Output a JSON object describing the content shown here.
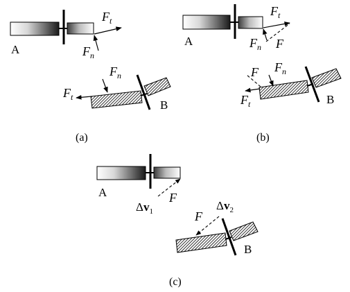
{
  "panel_a": {
    "caption": "(a)",
    "body_a": "A",
    "body_b": "B",
    "force_t_upper": {
      "base": "F",
      "sub": "t"
    },
    "force_n_upper": {
      "base": "F",
      "sub": "n"
    },
    "force_n_lower": {
      "base": "F",
      "sub": "n"
    },
    "force_t_lower": {
      "base": "F",
      "sub": "t"
    }
  },
  "panel_b": {
    "caption": "(b)",
    "body_a": "A",
    "body_b": "B",
    "force_t_upper": {
      "base": "F",
      "sub": "t"
    },
    "force_n_upper": {
      "base": "F",
      "sub": "n"
    },
    "force_upper": "F",
    "force_lower": "F",
    "force_n_lower": {
      "base": "F",
      "sub": "n"
    },
    "force_t_lower": {
      "base": "F",
      "sub": "t"
    }
  },
  "panel_c": {
    "caption": "(c)",
    "body_a": "A",
    "body_b": "B",
    "dv1": {
      "delta": "Δ",
      "base": "v",
      "sub": "1"
    },
    "force_upper": "F",
    "dv2": {
      "delta": "Δ",
      "base": "v",
      "sub": "2"
    },
    "force_lower": "F"
  }
}
